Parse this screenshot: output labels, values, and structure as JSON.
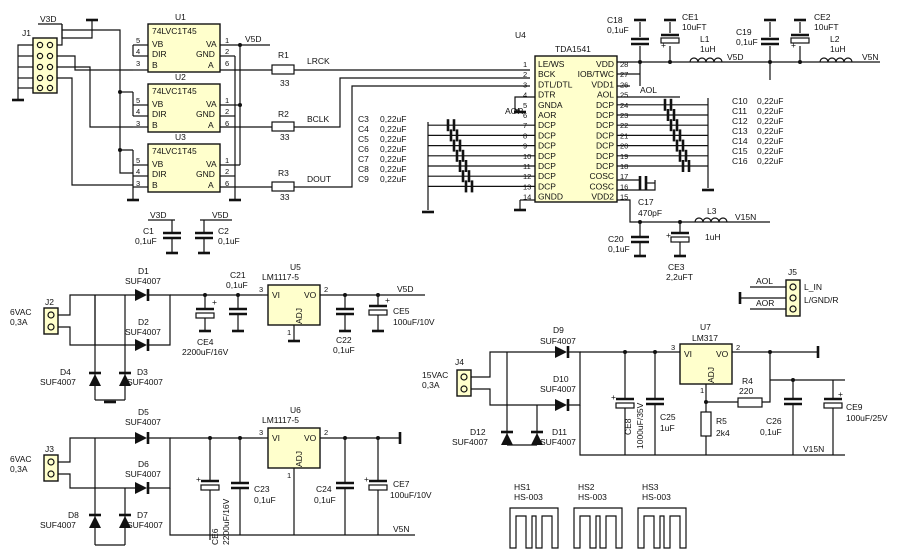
{
  "ics": {
    "u1": {
      "ref": "U1",
      "part": "74LVC1T45",
      "vb": "VB",
      "dir": "DIR",
      "b": "B",
      "va": "VA",
      "gnd": "GND",
      "a": "A",
      "pins": [
        "5",
        "4",
        "3",
        "1",
        "2",
        "6"
      ]
    },
    "u2": {
      "ref": "U2",
      "part": "74LVC1T45",
      "vb": "VB",
      "dir": "DIR",
      "b": "B",
      "va": "VA",
      "gnd": "GND",
      "a": "A",
      "pins": [
        "5",
        "4",
        "3",
        "1",
        "2",
        "6"
      ]
    },
    "u3": {
      "ref": "U3",
      "part": "74LVC1T45",
      "vb": "VB",
      "dir": "DIR",
      "b": "B",
      "va": "VA",
      "gnd": "GND",
      "a": "A",
      "pins": [
        "5",
        "4",
        "3",
        "1",
        "2",
        "6"
      ]
    },
    "u4": {
      "ref": "U4",
      "part": "TDA1541",
      "left": [
        "LE/WS",
        "BCK",
        "DTL/DTL",
        "DTR",
        "GNDA",
        "AOR",
        "DCP",
        "DCP",
        "DCP",
        "DCP",
        "DCP",
        "DCP",
        "DCP",
        "GNDD"
      ],
      "leftnums": [
        "1",
        "2",
        "3",
        "4",
        "5",
        "6",
        "7",
        "8",
        "9",
        "10",
        "11",
        "12",
        "13",
        "14"
      ],
      "right": [
        "VDD",
        "IOB/TWC",
        "VDD1",
        "AOL",
        "DCP",
        "DCP",
        "DCP",
        "DCP",
        "DCP",
        "DCP",
        "DCP",
        "COSC",
        "COSC",
        "VDD2"
      ],
      "rightnums": [
        "28",
        "27",
        "26",
        "25",
        "24",
        "23",
        "22",
        "21",
        "20",
        "19",
        "18",
        "17",
        "16",
        "15"
      ]
    },
    "u5": {
      "ref": "U5",
      "part": "LM1117-5",
      "vi": "VI",
      "vo": "VO",
      "adj": "ADJ",
      "p3": "3",
      "p2": "2",
      "p1": "1"
    },
    "u6": {
      "ref": "U6",
      "part": "LM1117-5",
      "vi": "VI",
      "vo": "VO",
      "adj": "ADJ",
      "p3": "3",
      "p2": "2",
      "p1": "1"
    },
    "u7": {
      "ref": "U7",
      "part": "LM317",
      "vi": "VI",
      "vo": "VO",
      "adj": "ADJ",
      "p3": "3",
      "p2": "2",
      "p1": "1"
    }
  },
  "nets": {
    "v3d": "V3D",
    "v5d": "V5D",
    "lrck": "LRCK",
    "bclk": "BCLK",
    "dout": "DOUT",
    "aor": "AOR",
    "aol": "AOL",
    "v15n": "V15N",
    "v5n": "V5N"
  },
  "resistors": {
    "r1": {
      "ref": "R1",
      "val": "33"
    },
    "r2": {
      "ref": "R2",
      "val": "33"
    },
    "r3": {
      "ref": "R3",
      "val": "33"
    },
    "r4": {
      "ref": "R4",
      "val": "220"
    },
    "r5": {
      "ref": "R5",
      "val": "2k4"
    }
  },
  "left_caps": [
    {
      "ref": "C3",
      "val": "0,22uF"
    },
    {
      "ref": "C4",
      "val": "0,22uF"
    },
    {
      "ref": "C5",
      "val": "0,22uF"
    },
    {
      "ref": "C6",
      "val": "0,22uF"
    },
    {
      "ref": "C7",
      "val": "0,22uF"
    },
    {
      "ref": "C8",
      "val": "0,22uF"
    },
    {
      "ref": "C9",
      "val": "0,22uF"
    }
  ],
  "right_caps": [
    {
      "ref": "C10",
      "val": "0,22uF"
    },
    {
      "ref": "C11",
      "val": "0,22uF"
    },
    {
      "ref": "C12",
      "val": "0,22uF"
    },
    {
      "ref": "C13",
      "val": "0,22uF"
    },
    {
      "ref": "C14",
      "val": "0,22uF"
    },
    {
      "ref": "C15",
      "val": "0,22uF"
    },
    {
      "ref": "C16",
      "val": "0,22uF"
    }
  ],
  "caps": {
    "c1": {
      "ref": "C1",
      "val": "0,1uF"
    },
    "c2": {
      "ref": "C2",
      "val": "0,1uF"
    },
    "c17": {
      "ref": "C17",
      "val": "470pF"
    },
    "c18": {
      "ref": "C18",
      "val": "0,1uF"
    },
    "c19": {
      "ref": "C19",
      "val": "0,1uF"
    },
    "c20": {
      "ref": "C20",
      "val": "0,1uF"
    },
    "c21": {
      "ref": "C21",
      "val": "0,1uF"
    },
    "c22": {
      "ref": "C22",
      "val": "0,1uF"
    },
    "c23": {
      "ref": "C23",
      "val": "0,1uF"
    },
    "c24": {
      "ref": "C24",
      "val": "0,1uF"
    },
    "c25": {
      "ref": "C25",
      "val": "1uF"
    },
    "c26": {
      "ref": "C26",
      "val": "0,1uF"
    },
    "ce1": {
      "ref": "CE1",
      "val": "10uFT"
    },
    "ce2": {
      "ref": "CE2",
      "val": "10uFT"
    },
    "ce3": {
      "ref": "CE3",
      "val": "2,2uFT"
    },
    "ce4": {
      "ref": "CE4",
      "val": "2200uF/16V"
    },
    "ce5": {
      "ref": "CE5",
      "val": "100uF/10V"
    },
    "ce6": {
      "ref": "CE6",
      "val": "2200uF/16V"
    },
    "ce7": {
      "ref": "CE7",
      "val": "100uF/10V"
    },
    "ce8": {
      "ref": "CE8",
      "val": "1000uF/35V"
    },
    "ce9": {
      "ref": "CE9",
      "val": "100uF/25V"
    }
  },
  "inductors": {
    "l1": {
      "ref": "L1",
      "val": "1uH"
    },
    "l2": {
      "ref": "L2",
      "val": "1uH"
    },
    "l3": {
      "ref": "L3",
      "val": "1uH"
    }
  },
  "diode_part": "SUF4007",
  "diodes": [
    "D1",
    "D2",
    "D3",
    "D4",
    "D5",
    "D6",
    "D7",
    "D8",
    "D9",
    "D10",
    "D11",
    "D12"
  ],
  "connectors": {
    "j1": "J1",
    "j2": "J2",
    "j3": "J3",
    "j4": "J4",
    "j5": "J5",
    "j2_v": "6VAC",
    "j2_a": "0,3A",
    "j3_v": "6VAC",
    "j3_a": "0,3A",
    "j4_v": "15VAC",
    "j4_a": "0,3A",
    "j5_l": "L_IN",
    "j5_g": "L/GND/R"
  },
  "heatsinks": [
    {
      "ref": "HS1",
      "part": "HS-003"
    },
    {
      "ref": "HS2",
      "part": "HS-003"
    },
    {
      "ref": "HS3",
      "part": "HS-003"
    }
  ]
}
